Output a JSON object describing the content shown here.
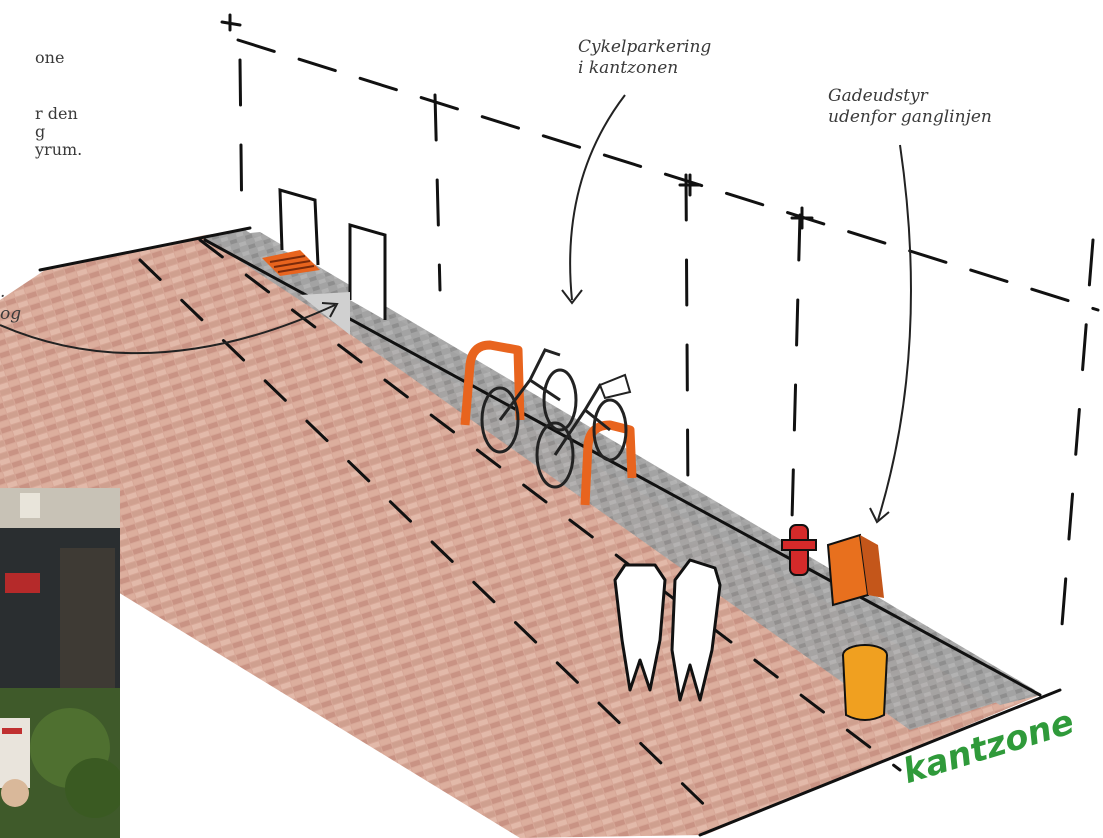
{
  "left_text": {
    "line1": "one",
    "line2": "r den",
    "line3": "g",
    "line4": "yrum.",
    "arrow_label1": ".",
    "arrow_label2": "og"
  },
  "labels": {
    "bike_parking_line1": "Cykelparkering",
    "bike_parking_line2": "i kantzonen",
    "furniture_line1": "Gadeudstyr",
    "furniture_line2": "udenfor ganglinjen",
    "zone": "kantzone"
  },
  "colors": {
    "paving_warm": "#d9a593",
    "paving_grey": "#9a9a9a",
    "orange": "#e8641e",
    "hydrant": "#d42a2a",
    "bin": "#f0a020",
    "accent_green": "#2f9a3a"
  }
}
